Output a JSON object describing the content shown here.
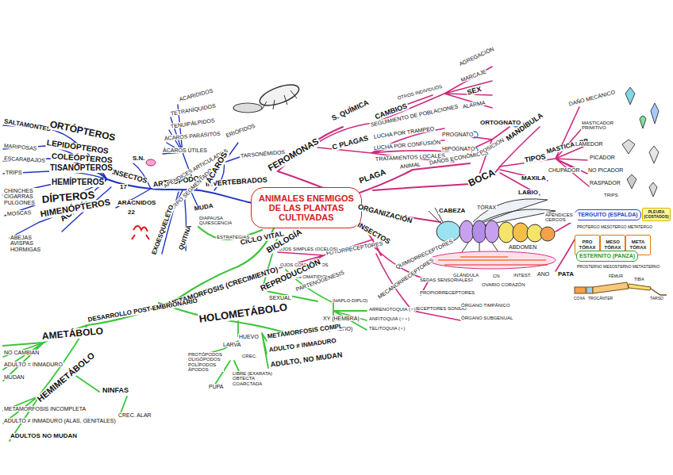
{
  "diagram": {
    "nodes": [
      {
        "text": [
          "ANIMALES ENEMIGOS DE LAS PLANTAS CULTIVADAS"
        ]
      },
      {
        "text": [
          "TERGUITO (ESPALDA)"
        ]
      },
      {
        "text": [
          "PRO TÓRAX"
        ]
      },
      {
        "text": [
          "MESO TÓRAX"
        ]
      },
      {
        "text": [
          "META TÓRAX"
        ]
      },
      {
        "text": [
          "PLEURA (COSTADOS)"
        ]
      },
      {
        "text": [
          "ESTERNITO (PANZA)"
        ]
      }
    ],
    "labels": [
      "INVERTEBRADOS",
      "ARTRÓPODOS",
      "INSECTOS",
      "17",
      "ARÁCNIDOS",
      "22",
      "ÁCAROS",
      "SALTAMONTES",
      "ORTÓPTEROS",
      "LEPIDÓPTEROS",
      "MARIPOSAS",
      "COLEÓPTEROS",
      "ESCARABAJOS",
      "TISANÓPTEROS",
      "TRIPS",
      "HEMÍPTEROS",
      "CHINCHES CIGARRAS PULGONES",
      "DÍPTEROS",
      "MOSCAS",
      "HIMENÓPTEROS",
      "ABEJAS AVISPAS HORMIGAS",
      "S.N.",
      "APÉNDICES ARTICULADOS",
      "CUERPO SEGMENTADO",
      "EXOESQUELETO",
      "QUITINA",
      "MUDA",
      "ÁCAROS",
      "ACARIDIDOS",
      "TETRANÍQUIDOS",
      "TENUIPÁLPIDOS",
      "ÁCAROS PARÁSITOS",
      "ÁCAROS ÚTILES",
      "ERIÓFIDOS",
      "TARSONÉMIDOS",
      "FEROMONAS",
      "S. QUÍMICA",
      "C PLAGAS",
      "CAMBIOS",
      "OTROS INDIVIDUOS",
      "AGREGACIÓN",
      "MARCAJE",
      "SEX",
      "ALARMA",
      "SEGUIMIENTO DE POBLACIONES",
      "LUCHA POR TRAMPEO",
      "LUCHA POR CONFUSIÓN",
      "TRATAMIENTOS LOCALES",
      "PLAGA",
      "ANIMAL",
      "DAÑOS ECONÓMICOS",
      "PROGNATO",
      "ORTOGNATO",
      "HIPOGNATO",
      "POSICIÓN",
      "BOCA",
      "MANDÍBULA",
      "TIPOS",
      "MAXILA",
      "LABIO",
      "MASTICADOR",
      "DAÑO MECÁNICO",
      "MASTICADOR PRIMITIVO",
      "LAMEDOR",
      "CHUPADOR",
      "PICADOR",
      "NO PICADOR",
      "RASPADOR",
      "TRIPS",
      "ORGANIZACIÓN",
      "INSECTOS",
      "CABEZA",
      "TÓRAX",
      "ABDOMEN",
      "APÉNDICES CERCOS",
      "GLÁNDULA SALIVAR",
      "CN",
      "INTEST.",
      "ANO",
      "PATA",
      "OVARIO CORAZÓN",
      "FOTORRECEPTORES",
      "OJOS SIMPLES (OCELOS)",
      "OJOS COMPUESTOS",
      "MUCHOS OMATIDIOS",
      "QUIMIORRECEPTORES",
      "SEDAS SENSORIALES",
      "MECANORRECEPTORES",
      "PROPIORRECEPTORES",
      "RECEPTORES SONIDO",
      "ÓRGANO TIMPÁNICO",
      "ÓRGANO SUBGENUAL",
      "PROTERGO MESOTERGO METATERGO",
      "PROSTERNO MESOSTERNO METASTERNO",
      "COXA",
      "TROCÁNTER",
      "FÉMUR",
      "TIBIA",
      "TARSO",
      "CICLO VITAL",
      "BIOLOGÍA",
      "DIAPAUSA QUIESCENCIA",
      "ESTRATEGIAS",
      "REPRODUCCIÓN",
      "METAMORFOSIS (CRECIMIENTO)",
      "DESARROLLO POST-EMBRIONARIO",
      "HOLOMETÁBOLO",
      "SEXUAL",
      "PARTENOGÉNESIS",
      "(HAPLO-DIPLO)",
      "XY (HEMBRA)",
      "X (MACHO)",
      "ARRENOTOQUIA (♂)",
      "ANFITOQUIA (♂♀)",
      "TELITOQUIA (♀)",
      "AMETÁBOLO",
      "NO CAMBIAN",
      "ADULTO = INMADURO",
      "MUDAN",
      "HEMIMETÁBOLO",
      "NINFAS",
      "METAMORFOSIS INCOMPLETA",
      "ADULTO ≠ INMADURO (ALAS, GENITALES)",
      "ADULTOS NO MUDAN",
      "CREC. ALAR",
      "HUEVO",
      "LARVA",
      "PROTÓPODOS OLIGÓPODOS POLÍPODOS ÁPODOS",
      "PUPA",
      "LIBRE (EXARATA) OBTECTA COARCTADA",
      "CREC.",
      "METAMORFOSIS COMPL.",
      "ADULTO ≠ INMADURO",
      "ADULTO, NO MUDAN"
    ]
  }
}
